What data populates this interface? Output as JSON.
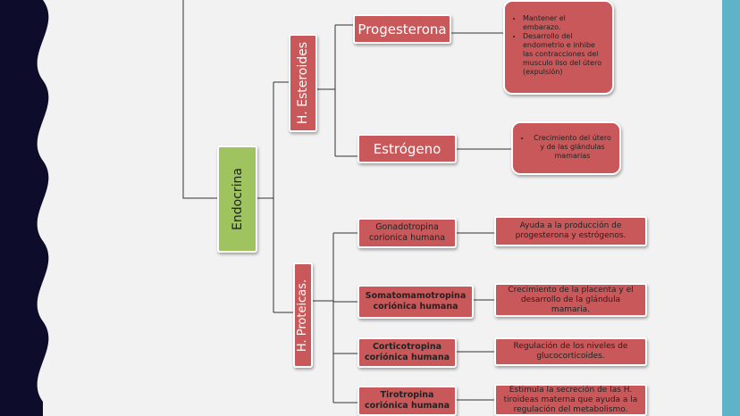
{
  "root": {
    "label": "Endocrina"
  },
  "groups": [
    {
      "label": "H. Esteroides"
    },
    {
      "label": "H. Proteicas."
    }
  ],
  "steroids": [
    {
      "name": "Progesterona",
      "notes": [
        "Mantener el embarazo.",
        "Desarrollo del endometrio e inhibe las contracciones del musculo liso del útero (expulsión)"
      ]
    },
    {
      "name": "Estrógeno",
      "notes": [
        "Crecimiento del útero y de las glándulas mamarias"
      ]
    }
  ],
  "proteins": [
    {
      "name": "Gonadotropina corionica humana",
      "desc": "Ayuda a la producción de progesterona y estrógenos."
    },
    {
      "name": "Somatomamotropina coriónica humana",
      "desc": "Crecimiento de la placenta y el desarrollo de la glándula mamaria."
    },
    {
      "name": "Corticotropina coriónica humana",
      "desc": "Regulación de los niveles de glucocorticoides."
    },
    {
      "name": "Tirotropina coriónica humana",
      "desc": "Estimula la secreción de las H. tiroideas materna que ayuda a la regulación del metabolismo."
    }
  ],
  "colors": {
    "box": "#c9585a",
    "root": "#9fc35e",
    "left_wave": "#0d0d2b",
    "right_bar": "#5fb3c8",
    "line": "#333333"
  }
}
